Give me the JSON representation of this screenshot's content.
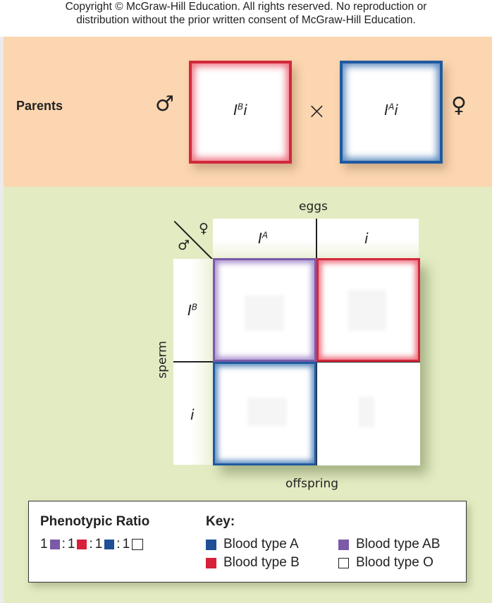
{
  "copyright": {
    "line1": "Copyright © McGraw-Hill Education. All rights reserved. No reproduction or",
    "line2": "distribution without the prior written consent of McGraw-Hill Education."
  },
  "parents": {
    "label": "Parents",
    "male_symbol": "♂",
    "female_symbol": "♀",
    "cross_symbol": "×",
    "male": {
      "allele_base": "I",
      "allele_sup": "B",
      "allele_rest": "i",
      "color": "#d2283c"
    },
    "female": {
      "allele_base": "I",
      "allele_sup": "A",
      "allele_rest": "i",
      "color": "#1f5aa0"
    }
  },
  "punnett": {
    "eggs_label": "eggs",
    "sperm_label": "sperm",
    "offspring_label": "offspring",
    "corner_female": "♀",
    "corner_male": "♂",
    "egg_alleles": [
      {
        "base": "I",
        "sup": "A"
      },
      {
        "base": "i",
        "sup": ""
      }
    ],
    "sperm_alleles": [
      {
        "base": "I",
        "sup": "B"
      },
      {
        "base": "i",
        "sup": ""
      }
    ],
    "cells": [
      {
        "row": 0,
        "col": 0,
        "phenotype": "AB",
        "color": "#7b5aa8"
      },
      {
        "row": 0,
        "col": 1,
        "phenotype": "B",
        "color": "#d2283c"
      },
      {
        "row": 1,
        "col": 0,
        "phenotype": "A",
        "color": "#1f5aa0"
      },
      {
        "row": 1,
        "col": 1,
        "phenotype": "O",
        "color": "#ffffff"
      }
    ]
  },
  "legend": {
    "ratio_title": "Phenotypic Ratio",
    "ratio": [
      {
        "count": "1",
        "color": "#7b5aa8"
      },
      {
        "count": "1",
        "color": "#d2283c"
      },
      {
        "count": "1",
        "color": "#1f5aa0"
      },
      {
        "count": "1",
        "color": "#ffffff"
      }
    ],
    "separator": ":",
    "key_title": "Key:",
    "key": [
      {
        "label": "Blood type A",
        "color": "#1f4f96"
      },
      {
        "label": "Blood type B",
        "color": "#d8203a"
      },
      {
        "label": "Blood type AB",
        "color": "#7b5aa8"
      },
      {
        "label": "Blood type O",
        "color": "#ffffff"
      }
    ]
  }
}
